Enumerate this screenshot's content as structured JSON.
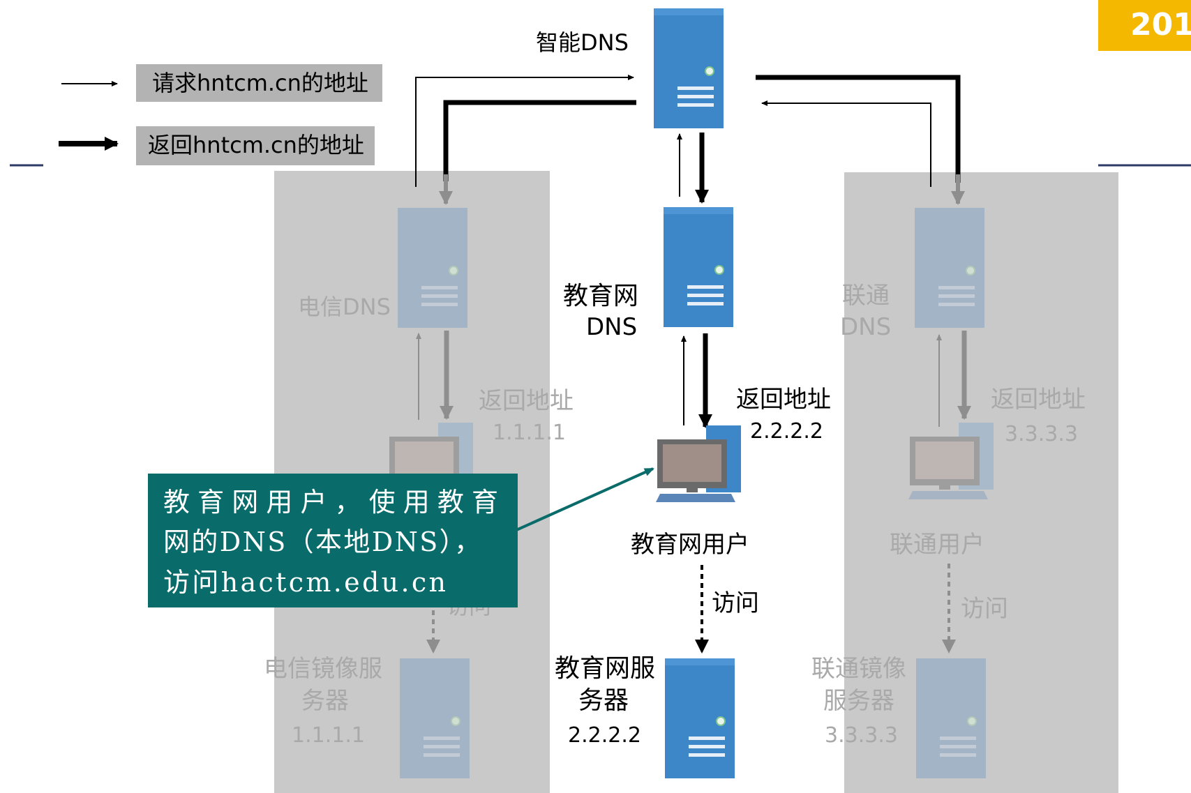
{
  "badge": {
    "text": "201",
    "color": "#f5b800"
  },
  "legend": {
    "request_label": "请求hntcm.cn的地址",
    "return_label": "返回hntcm.cn的地址"
  },
  "smart_dns": {
    "label": "智能DNS"
  },
  "telecom": {
    "dns_label": "电信DNS",
    "return_label": "返回地址",
    "return_ip": "1.1.1.1",
    "visit_label": "访问",
    "mirror_line1": "电信镜像服",
    "mirror_line2": "务器",
    "mirror_ip": "1.1.1.1"
  },
  "edu": {
    "dns_line1": "教育网",
    "dns_line2": "DNS",
    "return_label": "返回地址",
    "return_ip": "2.2.2.2",
    "user_label": "教育网用户",
    "visit_label": "访问",
    "server_line1": "教育网服",
    "server_line2": "务器",
    "server_ip": "2.2.2.2"
  },
  "unicom": {
    "dns_line1": "联通",
    "dns_line2": "DNS",
    "return_label": "返回地址",
    "return_ip": "3.3.3.3",
    "user_label": "联通用户",
    "visit_label": "访问",
    "mirror_line1": "联通镜像",
    "mirror_line2": "服务器",
    "mirror_ip": "3.3.3.3"
  },
  "callout": {
    "line1": "教育网用户，使用教育",
    "line2": "网的DNS（本地DNS），",
    "line3": "访问hactcm.edu.cn",
    "color": "#0a6b6b"
  },
  "colors": {
    "server_blue": "#3d86c8",
    "server_faded": "#a6b7c8",
    "panel_gray": "#c9c9c9",
    "legend_gray": "#b3b3b3",
    "rule_navy": "#2b3a66"
  }
}
